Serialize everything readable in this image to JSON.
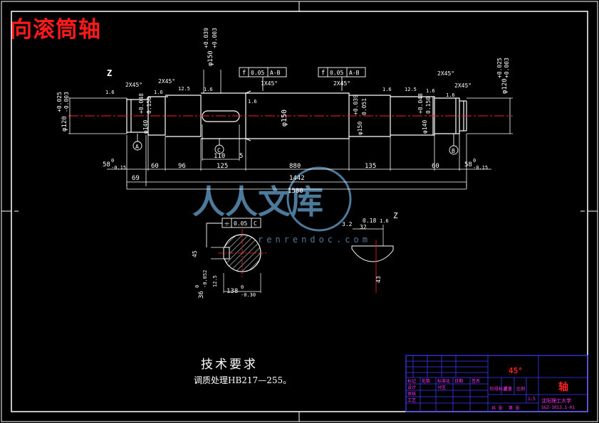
{
  "title": "向滚筒轴",
  "colors": {
    "background": "#000000",
    "lines": "#ffffff",
    "center": "#ff2020",
    "title": "#ff1a1a",
    "magenta": "#ff33ff",
    "blue": "#3a3aff",
    "watermark": "#5b8fb5"
  },
  "watermark": {
    "main": "人人文库",
    "sub": "renrendoc.com"
  },
  "tolerances": {
    "top_dia": [
      "φ150",
      "+0.039",
      "+0.003"
    ],
    "left_dia": [
      "φ120",
      "+0.025",
      "-0.003"
    ],
    "right_dia": [
      "φ120",
      "+0.025",
      "+0.003"
    ],
    "center_dia": "φ150",
    "fcf_left": [
      "f",
      "0.05",
      "A-B"
    ],
    "fcf_right": [
      "f",
      "0.05",
      "A-B"
    ],
    "fcf_section": [
      "⌯",
      "0.05",
      "C"
    ],
    "seat_left": [
      "φ140",
      "+0.048",
      "0.150"
    ],
    "seat_right": [
      "φ140",
      "+0.048",
      "0.150"
    ],
    "seat_mid": [
      "φ150",
      "+0.039",
      "0.051"
    ]
  },
  "labels": {
    "chamfers": [
      "2X45°",
      "2X45°",
      "1X45°",
      "2X45°",
      "2X45°",
      "2X45°"
    ],
    "rough": [
      "1.6",
      "1.6",
      "12.5",
      "1.6",
      "1.6",
      "1.6",
      "12.5",
      "1.6",
      "1.6",
      "12.5",
      "1.6",
      "3.2"
    ],
    "z": [
      "Z",
      "Z"
    ],
    "datums": [
      "A",
      "B",
      "C"
    ]
  },
  "dims": {
    "d58l": [
      "58",
      "0",
      "-0.15"
    ],
    "d60l": "60",
    "d96": "96",
    "d125": "125",
    "d110": "110",
    "d5": "5",
    "d880": "880",
    "d135": "135",
    "d60r": "60",
    "d58r": [
      "58",
      "0",
      "-0.15"
    ],
    "d69": "69",
    "d1442": "1442",
    "d1580": "1580"
  },
  "section": {
    "d32": "32",
    "d45": "45",
    "key": [
      "36",
      "0",
      "-0.052"
    ],
    "d138": [
      "138",
      "0",
      "-0.30"
    ],
    "d018": "0.18",
    "d43": "43"
  },
  "requirements": {
    "title": "技术要求",
    "line": "调质处理HB217—255。"
  },
  "title_block": {
    "material": "45°",
    "part_name": "轴",
    "cell_labels": [
      "标记",
      "处数",
      "设计",
      "标准化",
      "审核",
      "工艺",
      "日期",
      "签名",
      "分区",
      "阶段标记",
      "重量",
      "比例",
      "1:5",
      "共 张",
      "第 张"
    ],
    "school": "沈阳理工大学",
    "code": "SGZ-1013.1-01"
  }
}
